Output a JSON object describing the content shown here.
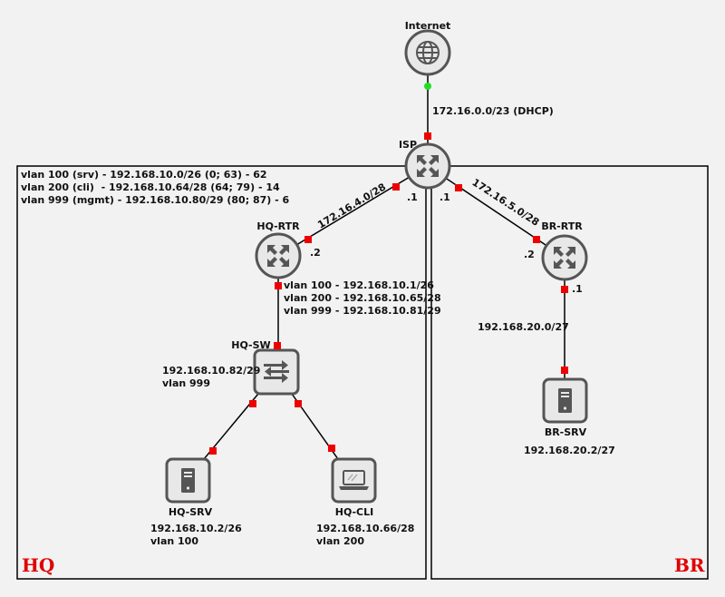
{
  "nodes": {
    "internet": {
      "name": "Internet"
    },
    "isp": {
      "name": "ISP"
    },
    "hq_rtr": {
      "name": "HQ-RTR"
    },
    "br_rtr": {
      "name": "BR-RTR"
    },
    "hq_sw": {
      "name": "HQ-SW"
    },
    "hq_srv": {
      "name": "HQ-SRV"
    },
    "hq_cli": {
      "name": "HQ-CLI"
    },
    "br_srv": {
      "name": "BR-SRV"
    }
  },
  "zones": {
    "hq": "HQ",
    "br": "BR"
  },
  "links": {
    "internet_isp": "172.16.0.0/23 (DHCP)",
    "isp_hq": "172.16.4.0/28",
    "isp_br": "172.16.5.0/28",
    "br_lan": "192.168.20.0/27"
  },
  "endpoints": {
    "isp_hq_side": ".1",
    "isp_br_side": ".1",
    "hq_rtr_wan": ".2",
    "br_rtr_wan": ".2",
    "br_rtr_lan": ".1"
  },
  "vlan_plan": [
    "vlan 100 (srv) - 192.168.10.0/26 (0; 63) - 62",
    "vlan 200 (cli)  - 192.168.10.64/28 (64; 79) - 14",
    "vlan 999 (mgmt) - 192.168.10.80/29 (80; 87) - 6"
  ],
  "hq_rtr_subifs": [
    "vlan 100 - 192.168.10.1/26",
    "vlan 200 - 192.168.10.65/28",
    "vlan 999 - 192.168.10.81/29"
  ],
  "hq_sw_info": [
    "192.168.10.82/29",
    "vlan 999"
  ],
  "hq_srv_info": [
    "192.168.10.2/26",
    "vlan 100"
  ],
  "hq_cli_info": [
    "192.168.10.66/28",
    "vlan 200"
  ],
  "br_srv_info": [
    "192.168.20.2/27"
  ],
  "colors": {
    "port": "#ee0000",
    "uplink_port": "#22dd22",
    "zone_label": "#e00000",
    "device_outline": "#555555",
    "line": "#000000"
  }
}
